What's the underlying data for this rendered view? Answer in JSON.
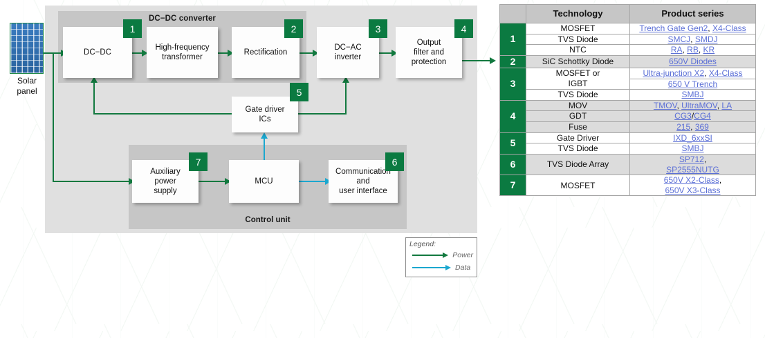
{
  "diagram": {
    "source": {
      "label": "Solar\npanel",
      "name": "solar-panel"
    },
    "groups": {
      "converter_title": "DC−DC converter",
      "control_title": "Control unit"
    },
    "nodes": [
      {
        "id": "dc-dc",
        "label": "DC−DC",
        "badge": "1"
      },
      {
        "id": "hf-xfmr",
        "label": "High-frequency\ntransformer",
        "badge": ""
      },
      {
        "id": "rectify",
        "label": "Rectification",
        "badge": "2"
      },
      {
        "id": "dc-ac",
        "label": "DC−AC\ninverter",
        "badge": "3"
      },
      {
        "id": "out-filter",
        "label": "Output\nfilter and\nprotection",
        "badge": "4"
      },
      {
        "id": "gate-driver",
        "label": "Gate driver\nICs",
        "badge": "5"
      },
      {
        "id": "aux-supply",
        "label": "Auxiliary\npower\nsupply",
        "badge": "7"
      },
      {
        "id": "mcu",
        "label": "MCU",
        "badge": ""
      },
      {
        "id": "comm-ui",
        "label": "Communication\nand\nuser interface",
        "badge": "6"
      }
    ],
    "legend": {
      "title": "Legend:",
      "items": [
        {
          "label": "Power",
          "color": "#12793f"
        },
        {
          "label": "Data",
          "color": "#1ba7cf"
        }
      ]
    },
    "colors": {
      "badge_green": "#0b7a41",
      "power_line": "#12793f",
      "data_line": "#1ba7cf",
      "outer_panel": "#e0e0e0",
      "inner_panel": "#c6c6c6"
    }
  },
  "table": {
    "headers": [
      "",
      "Technology",
      "Product series"
    ],
    "groups": [
      {
        "number": "1",
        "shaded": false,
        "rows": [
          {
            "technology": "MOSFET",
            "links": [
              "Trench Gate Gen2",
              "X4-Class"
            ],
            "seps": [
              ", "
            ]
          },
          {
            "technology": "TVS Diode",
            "links": [
              "SMCJ",
              "SMDJ"
            ],
            "seps": [
              ", "
            ]
          },
          {
            "technology": "NTC",
            "links": [
              "RA",
              "RB",
              "KR"
            ],
            "seps": [
              ", ",
              ", "
            ]
          }
        ]
      },
      {
        "number": "2",
        "shaded": true,
        "rows": [
          {
            "technology": "SiC Schottky Diode",
            "links": [
              "650V Diodes"
            ],
            "seps": []
          }
        ]
      },
      {
        "number": "3",
        "shaded": false,
        "rows": [
          {
            "technology": "MOSFET or\nIGBT",
            "rowspan": 2,
            "links": [
              "Ultra-junction X2",
              "X4-Class"
            ],
            "seps": [
              ", "
            ]
          },
          {
            "technology": "",
            "links": [
              "650 V Trench"
            ],
            "seps": []
          },
          {
            "technology": "TVS Diode",
            "links": [
              "SMBJ"
            ],
            "seps": []
          }
        ]
      },
      {
        "number": "4",
        "shaded": true,
        "rows": [
          {
            "technology": "MOV",
            "links": [
              "TMOV",
              "UltraMOV",
              "LA"
            ],
            "seps": [
              ", ",
              ", "
            ]
          },
          {
            "technology": "GDT",
            "links": [
              "CG3",
              "CG4"
            ],
            "seps": [
              "/"
            ]
          },
          {
            "technology": "Fuse",
            "links": [
              "215",
              "369"
            ],
            "seps": [
              ", "
            ]
          }
        ]
      },
      {
        "number": "5",
        "shaded": false,
        "rows": [
          {
            "technology": "Gate Driver",
            "links": [
              "IXD_6xxSI"
            ],
            "seps": []
          },
          {
            "technology": "TVS Diode",
            "links": [
              "SMBJ"
            ],
            "seps": []
          }
        ]
      },
      {
        "number": "6",
        "shaded": true,
        "rows": [
          {
            "technology": "TVS Diode Array",
            "links": [
              "SP712",
              "SP2555NUTG"
            ],
            "seps": [
              ",\n"
            ]
          }
        ]
      },
      {
        "number": "7",
        "shaded": false,
        "rows": [
          {
            "technology": "MOSFET",
            "links": [
              "650V X2-Class",
              "650V X3-Class"
            ],
            "seps": [
              ",\n"
            ]
          }
        ]
      }
    ],
    "colors": {
      "number_cell": "#0b7a41",
      "header": "#c6c6c6",
      "shade": "#dcdcdc",
      "link": "#5b6fd6"
    }
  }
}
